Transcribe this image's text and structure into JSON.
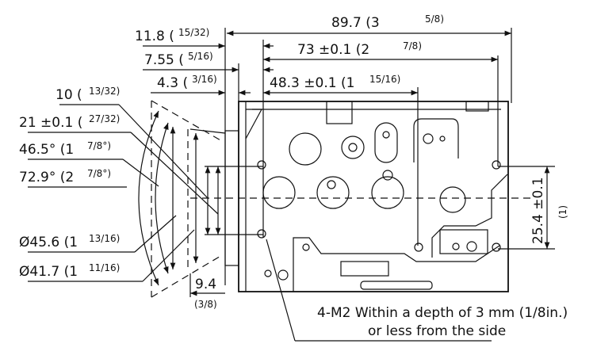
{
  "dimensions": {
    "overall": {
      "value": "89.7 (3",
      "frac": "5/8)"
    },
    "front_flange": {
      "value": "11.8 (",
      "frac": "15/32)"
    },
    "mount_to_hole": {
      "value": "7.55 (",
      "frac": "5/16)"
    },
    "flange_thickness": {
      "value": "4.3 (",
      "frac": "3/16)"
    },
    "hole_spacing_long": {
      "value": "73 ±0.1 (2",
      "frac": "7/8)"
    },
    "hole_spacing_short": {
      "value": "48.3 ±0.1 (1",
      "frac": "15/16)"
    },
    "lens_depth": {
      "value": "10 (",
      "frac": "13/32)"
    },
    "lens_offset": {
      "value": "21 ±0.1 (",
      "frac": "27/32)"
    },
    "angle_narrow": {
      "value": "46.5° (1",
      "frac": "7/8°)"
    },
    "angle_wide": {
      "value": "72.9° (2",
      "frac": "7/8°)"
    },
    "diameter_outer": {
      "value": "Ø45.6 (1",
      "frac": "13/16)"
    },
    "diameter_inner": {
      "value": "Ø41.7 (1",
      "frac": "11/16)"
    },
    "lens_length": {
      "value": "9.4",
      "frac": "(3/8)"
    },
    "vertical_spacing": {
      "value": "25.4 ±0.1",
      "frac": "(1)"
    }
  },
  "note": {
    "line1": "4-M2 Within a depth of 3 mm (1/8in.)",
    "line2": "or less from the side"
  }
}
